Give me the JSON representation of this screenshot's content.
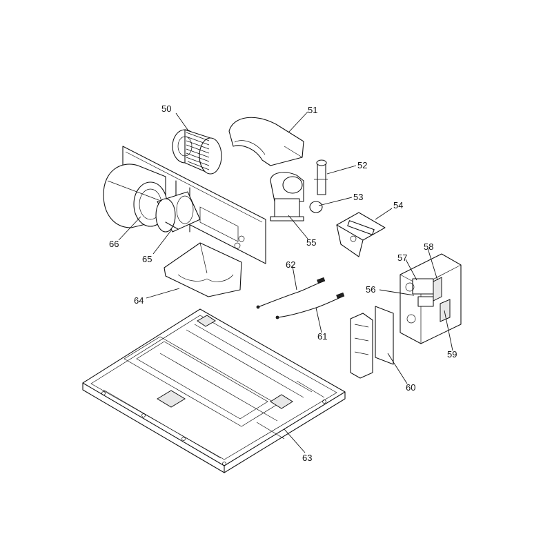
{
  "diagram": {
    "parts": [
      {
        "id": "part-50",
        "label": "50"
      },
      {
        "id": "part-51",
        "label": "51"
      },
      {
        "id": "part-52",
        "label": "52"
      },
      {
        "id": "part-53",
        "label": "53"
      },
      {
        "id": "part-54",
        "label": "54"
      },
      {
        "id": "part-55",
        "label": "55"
      },
      {
        "id": "part-56",
        "label": "56"
      },
      {
        "id": "part-57",
        "label": "57"
      },
      {
        "id": "part-58",
        "label": "58"
      },
      {
        "id": "part-59",
        "label": "59"
      },
      {
        "id": "part-60",
        "label": "60"
      },
      {
        "id": "part-61",
        "label": "61"
      },
      {
        "id": "part-62",
        "label": "62"
      },
      {
        "id": "part-63",
        "label": "63"
      },
      {
        "id": "part-64",
        "label": "64"
      },
      {
        "id": "part-65",
        "label": "65"
      },
      {
        "id": "part-66",
        "label": "66"
      }
    ]
  }
}
